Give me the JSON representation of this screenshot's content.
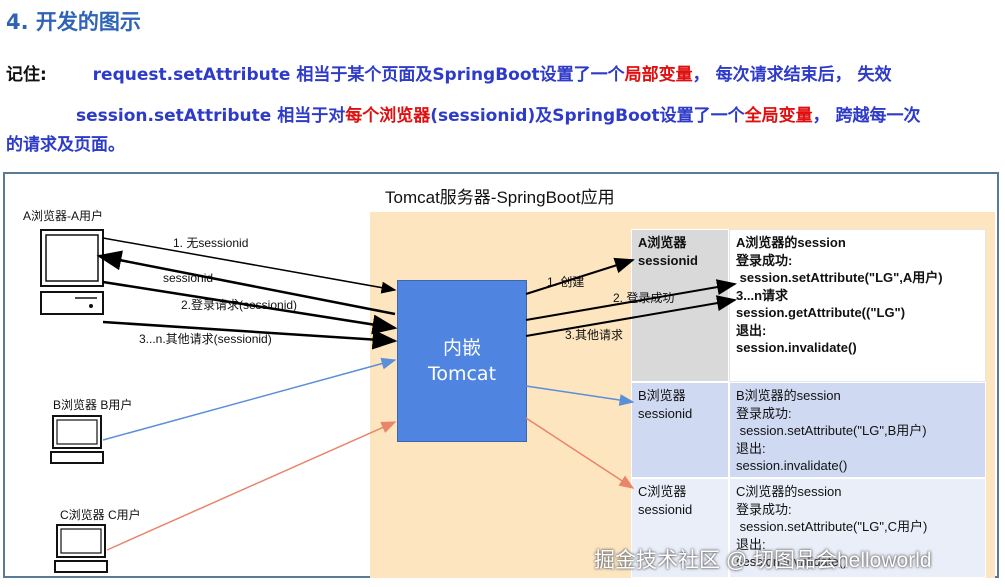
{
  "heading": "4. 开发的图示",
  "notes": {
    "line1": {
      "lead": "记住:",
      "p1": "request.setAttribute 相当于某个页面及SpringBoot设置了一个",
      "red": "局部变量",
      "p2": "， 每次请求结束后， 失效"
    },
    "line2": {
      "p1": "session.setAttribute 相当于对",
      "red1": "每个浏览器",
      "p2": "(sessionid)及SpringBoot设置了一个",
      "red2": "全局变量",
      "p3": "， 跨越每一次"
    },
    "line3": "的请求及页面。"
  },
  "diagram": {
    "server_title": "Tomcat服务器-SpringBoot应用",
    "tomcat_line1": "内嵌",
    "tomcat_line2": "Tomcat",
    "users": {
      "a": "A浏览器-A用户",
      "b": "B浏览器 B用户",
      "c": "C浏览器 C用户"
    },
    "arrows": {
      "a1": "1. 无sessionid",
      "a2": "sessionid",
      "a3": "2.登录请求(sessionid)",
      "a4": "3...n.其他请求(sessionid)",
      "s1": "1. 创建",
      "s2": "2. 登录成功",
      "s3": "3.其他请求"
    },
    "table": {
      "rows": [
        {
          "left": [
            "A浏览器",
            "sessionid"
          ],
          "right": [
            "A浏览器的session",
            "登录成功:",
            " session.setAttribute(\"LG\",A用户)",
            "3...n请求",
            "session.getAttribute((\"LG\")",
            "退出:",
            "session.invalidate()"
          ]
        },
        {
          "left": [
            "B浏览器",
            "sessionid"
          ],
          "right": [
            "B浏览器的session",
            "登录成功:",
            " session.setAttribute(\"LG\",B用户)",
            "退出:",
            "session.invalidate()"
          ]
        },
        {
          "left": [
            "C浏览器",
            "sessionid"
          ],
          "right": [
            "C浏览器的session",
            "登录成功:",
            " session.setAttribute(\"LG\",C用户)",
            "退出:",
            "session.invalidate()"
          ]
        }
      ]
    }
  },
  "watermark": "掘金技术社区 @ 切图品会helloworld"
}
